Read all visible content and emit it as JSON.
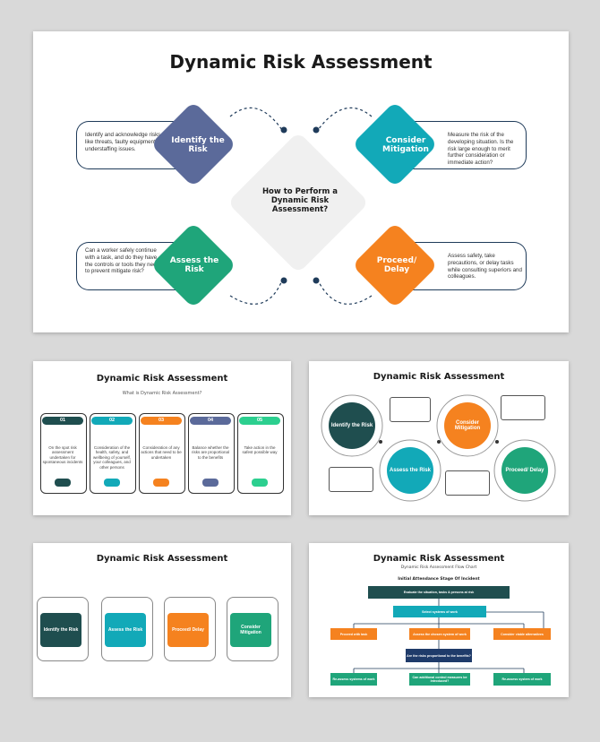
{
  "main_slide": {
    "title": "Dynamic Risk Assessment",
    "center": "How to Perform a Dynamic Risk Assessment?",
    "steps": [
      {
        "label": "Identify the Risk",
        "text": "Identify and acknowledge risks like threats, faulty equipment, or understaffing issues.",
        "color": "#5b6a9a"
      },
      {
        "label": "Consider Mitigation",
        "text": "Measure the risk of the developing situation. Is the risk large enough to merit further consideration or immediate action?",
        "color": "#12a9b8"
      },
      {
        "label": "Assess the Risk",
        "text": "Can a worker safely continue with a task, and do they have the controls or tools they need to prevent mitigate risk?",
        "color": "#1fa57a"
      },
      {
        "label": "Proceed/ Delay",
        "text": "Assess safety, take precautions, or delay tasks while consulting superiors and colleagues.",
        "color": "#f5821f"
      }
    ]
  },
  "slide2": {
    "title": "Dynamic Risk Assessment",
    "subtitle": "What is Dynamic Risk Assessment?",
    "cols": [
      {
        "num": "01",
        "color": "#1f4e4f",
        "text": "On the spot risk assessment undertaken for spontaneous incidents"
      },
      {
        "num": "02",
        "color": "#12a9b8",
        "text": "Consideration of the health, safety, and wellbeing of yourself, your colleagues, and other persons"
      },
      {
        "num": "03",
        "color": "#f5821f",
        "text": "Consideration of any actions that need to be undertaken"
      },
      {
        "num": "04",
        "color": "#5b6a9a",
        "text": "Balance whether the risks are proportional to the benefits"
      },
      {
        "num": "05",
        "color": "#2ccf8f",
        "text": "Take action in the safest possible way"
      }
    ]
  },
  "slide3": {
    "title": "Dynamic Risk Assessment",
    "circles": [
      {
        "label": "Identify the Risk",
        "color": "#1f4e4f"
      },
      {
        "label": "Assess the Risk",
        "color": "#12a9b8"
      },
      {
        "label": "Consider Mitigation",
        "color": "#f5821f"
      },
      {
        "label": "Proceed/ Delay",
        "color": "#1fa57a"
      }
    ]
  },
  "slide4": {
    "title": "Dynamic Risk Assessment",
    "cards": [
      {
        "label": "Identify the Risk",
        "color": "#1f4e4f"
      },
      {
        "label": "Assess the Risk",
        "color": "#12a9b8"
      },
      {
        "label": "Proceed/ Delay",
        "color": "#f5821f"
      },
      {
        "label": "Consider Mitigation",
        "color": "#1fa57a"
      }
    ]
  },
  "slide5": {
    "title": "Dynamic Risk Assessment",
    "subtitle": "Dynamic Risk Assessment Flow Chart",
    "heading": "Initial Attendance Stage Of Incident",
    "nodes": {
      "evaluate": "Evaluate the situation, tasks & persons at risk",
      "select": "Select systems of work",
      "proceed": "Proceed with task",
      "assess": "Assess the chosen system of work",
      "consider": "Consider viable alternatives",
      "proportional": "Are the risks proportional to the benefits?",
      "reassess1": "Re-assess systems of work",
      "additional": "Can additional control measures be introduced?",
      "reassess2": "Re-assess system of work"
    }
  }
}
